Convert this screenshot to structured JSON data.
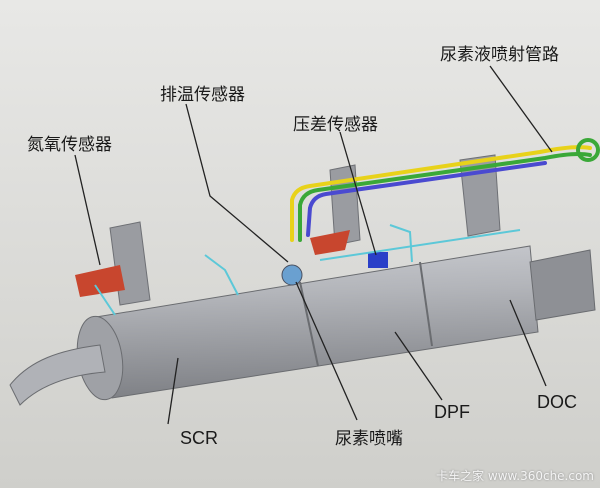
{
  "labels": {
    "urea_line": "尿素液喷射管路",
    "exhaust_temp_sensor": "排温传感器",
    "pressure_diff_sensor": "压差传感器",
    "nox_sensor": "氮氧传感器",
    "scr": "SCR",
    "urea_nozzle": "尿素喷嘴",
    "dpf": "DPF",
    "doc": "DOC"
  },
  "watermark": "卡车之家 www.360che.com",
  "colors": {
    "background": "#dcdcd8",
    "body": "#a9abb0",
    "yellow_pipe": "#e8d21a",
    "green_pipe": "#3aa838",
    "blue_pipe": "#4a4ad0",
    "sensor_red": "#c8462e",
    "cyan_wire": "#5cc8d8"
  }
}
